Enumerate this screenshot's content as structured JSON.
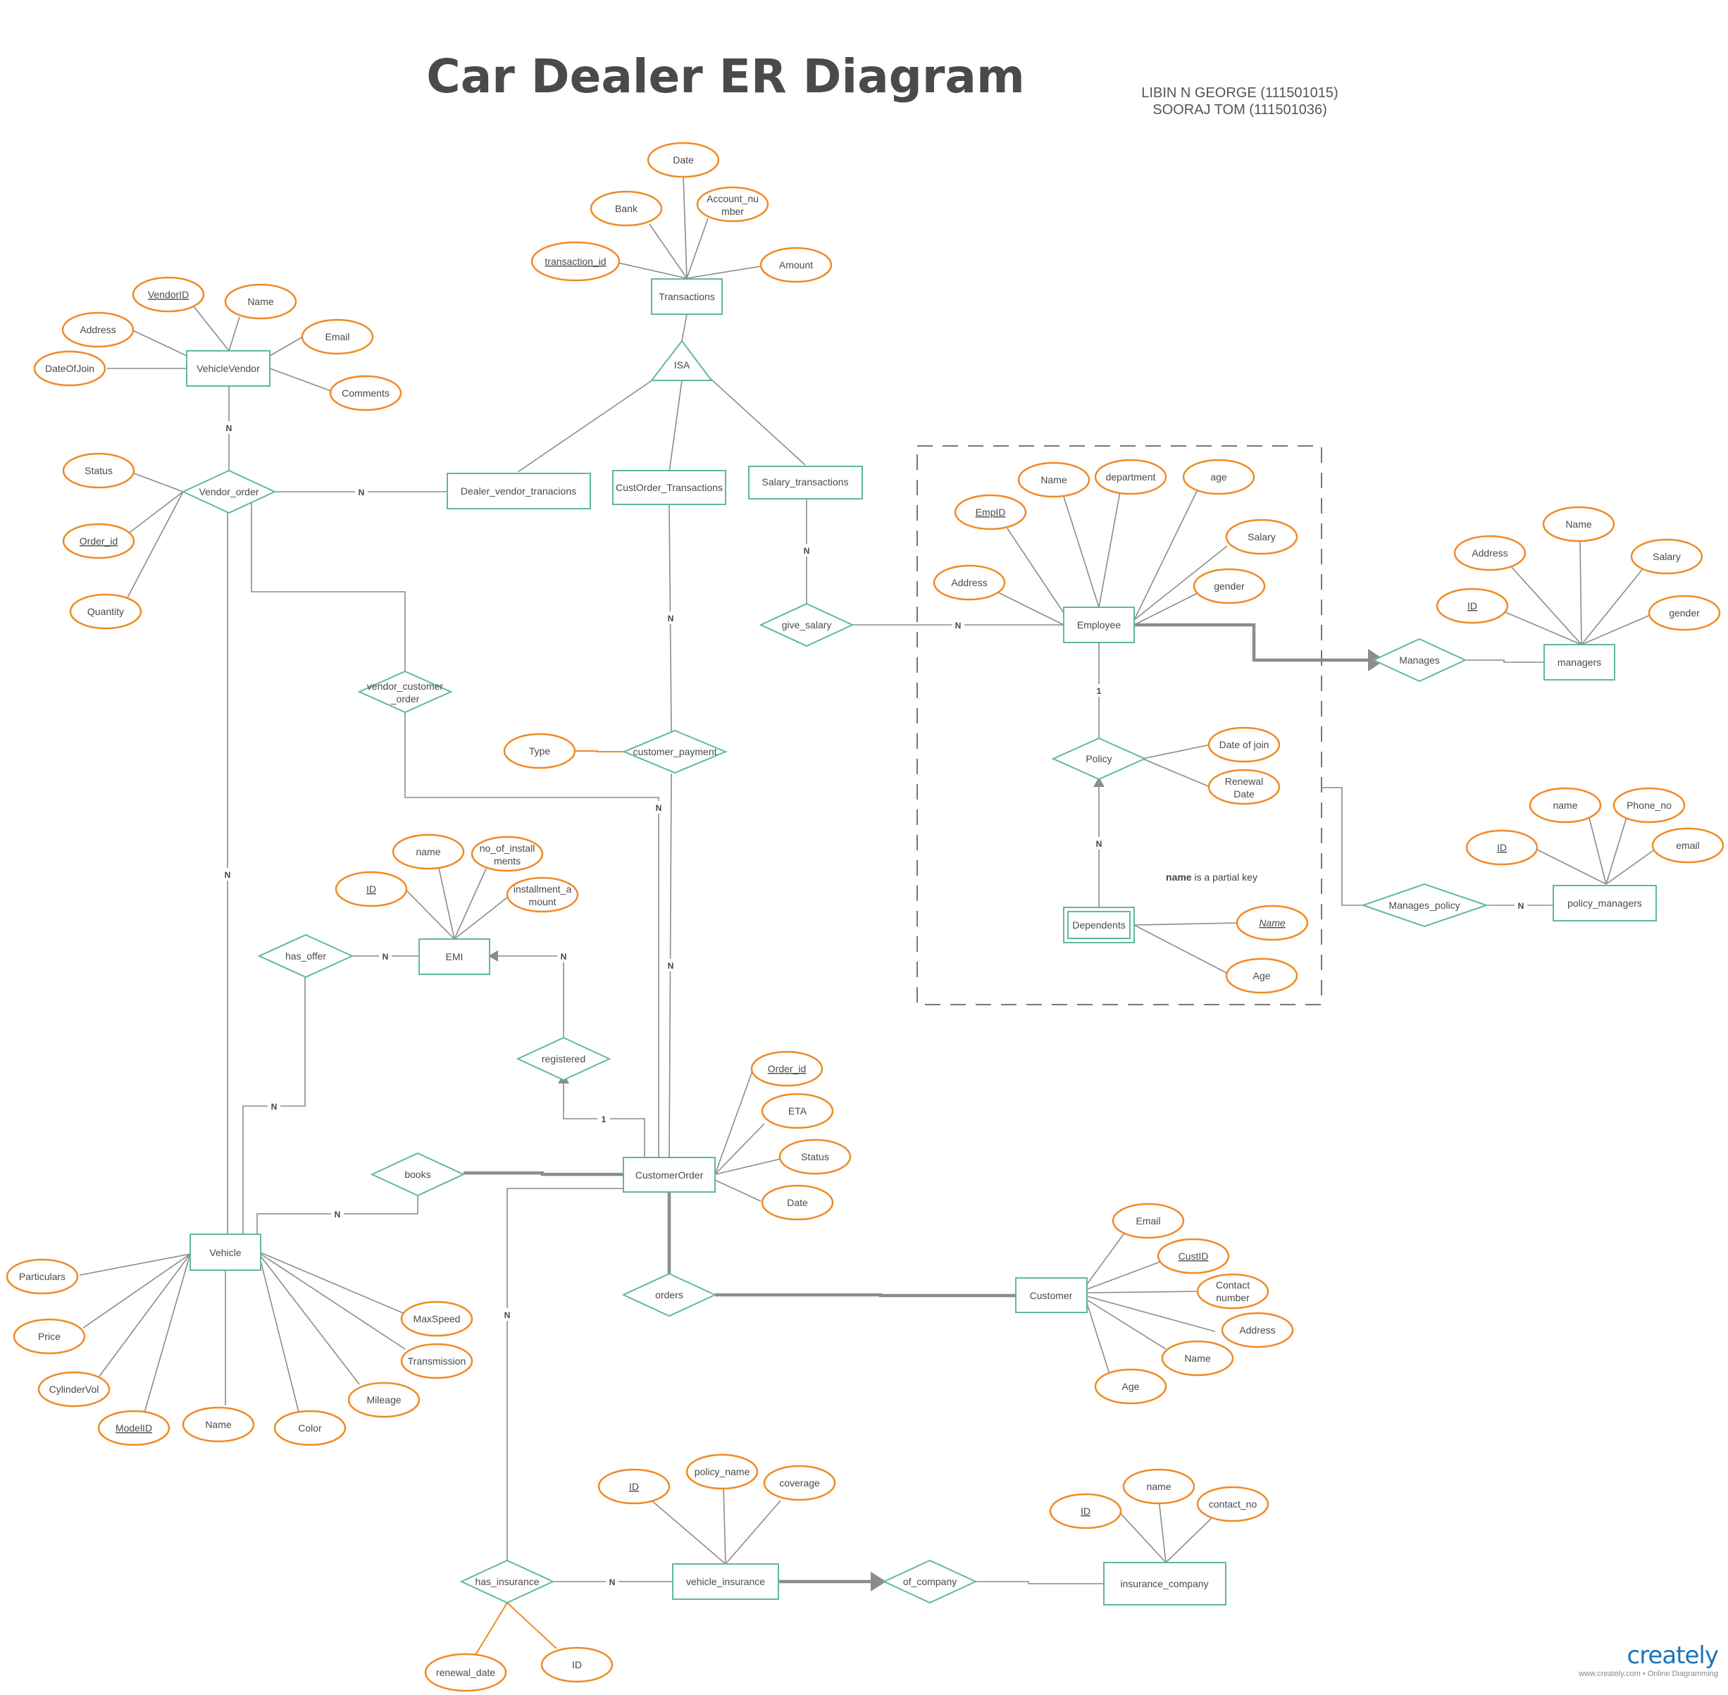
{
  "title": "Car Dealer ER Diagram",
  "authors": [
    "LIBIN N GEORGE (111501015)",
    "SOORAJ TOM (111501036)"
  ],
  "note": {
    "bold": "name",
    "rest": "is a partial key"
  },
  "branding": {
    "logo": "creately",
    "sub": "www.creately.com • Online Diagramming"
  },
  "colors": {
    "entity_stroke": "#5fb89f",
    "attribute_stroke": "#f08a24",
    "line": "#8c8c8c",
    "title": "#4a4a4a"
  },
  "entities": {
    "transactions": "Transactions",
    "vehicle_vendor": "VehicleVendor",
    "dealer_vendor_transactions": "Dealer_vendor_tranacions",
    "custorder_transactions": "CustOrder_Transactions",
    "salary_transactions": "Salary_transactions",
    "employee": "Employee",
    "managers": "managers",
    "dependents": "Dependents",
    "policy_managers": "policy_managers",
    "emi": "EMI",
    "customer_order": "CustomerOrder",
    "vehicle": "Vehicle",
    "customer": "Customer",
    "vehicle_insurance": "vehicle_insurance",
    "insurance_company": "insurance_company"
  },
  "relationships": {
    "isa": "ISA",
    "vendor_order": "Vendor_order",
    "vendor_customer_order_1": "vendor_customer",
    "vendor_customer_order_2": "_order",
    "give_salary": "give_salary",
    "manages": "Manages",
    "policy": "Policy",
    "manages_policy": "Manages_policy",
    "customer_payment": "customer_payment",
    "has_offer": "has_offer",
    "registered": "registered",
    "books": "books",
    "orders": "orders",
    "has_insurance": "has_insurance",
    "of_company": "of_company"
  },
  "attributes": {
    "tr_date": "Date",
    "tr_bank": "Bank",
    "tr_account_1": "Account_nu",
    "tr_account_2": "mber",
    "tr_id": "transaction_id",
    "tr_amount": "Amount",
    "vv_vendorid": "VendorID",
    "vv_name": "Name",
    "vv_address": "Address",
    "vv_email": "Email",
    "vv_dateofjoin": "DateOfJoin",
    "vv_comments": "Comments",
    "vo_status": "Status",
    "vo_order_id": "Order_id",
    "vo_quantity": "Quantity",
    "em_name": "Name",
    "em_department": "department",
    "em_age": "age",
    "em_empid": "EmpID",
    "em_salary": "Salary",
    "em_address": "Address",
    "em_gender": "gender",
    "mg_name": "Name",
    "mg_address": "Address",
    "mg_salary": "Salary",
    "mg_id": "ID",
    "mg_gender": "gender",
    "po_dateofjoin": "Date of join",
    "po_renewal_1": "Renewal",
    "po_renewal_2": "Date",
    "de_name": "Name",
    "de_age": "Age",
    "pm_name": "name",
    "pm_phone": "Phone_no",
    "pm_id": "ID",
    "pm_email": "email",
    "cp_type": "Type",
    "emi_name": "name",
    "emi_installments_1": "no_of_install",
    "emi_installments_2": "ments",
    "emi_id": "ID",
    "emi_amount_1": "installment_a",
    "emi_amount_2": "mount",
    "co_order_id": "Order_id",
    "co_eta": "ETA",
    "co_status": "Status",
    "co_date": "Date",
    "ve_particulars": "Particulars",
    "ve_price": "Price",
    "ve_cylindervol": "CylinderVol",
    "ve_modelid": "ModelID",
    "ve_name": "Name",
    "ve_color": "Color",
    "ve_mileage": "Mileage",
    "ve_transmission": "Transmission",
    "ve_maxspeed": "MaxSpeed",
    "cu_email": "Email",
    "cu_custid": "CustID",
    "cu_contact_1": "Contact",
    "cu_contact_2": "number",
    "cu_address": "Address",
    "cu_name": "Name",
    "cu_age": "Age",
    "vi_id": "ID",
    "vi_policy_name": "policy_name",
    "vi_coverage": "coverage",
    "ic_id": "ID",
    "ic_name": "name",
    "ic_contact": "contact_no",
    "hi_renewal_date": "renewal_date",
    "hi_id": "ID"
  },
  "cardinalities": {
    "vendor_to_vo": "N",
    "vo_to_dealer": "N",
    "salary_to_give": "N",
    "give_to_employee": "N",
    "employee_to_policy": "1",
    "dependents_to_policy": "N",
    "manages_policy_to_pm": "N",
    "custorder_to_payment": "N",
    "vco_to_customerorder": "N",
    "payment_to_customerorder": "N",
    "vo_to_vehicle": "N",
    "has_offer_to_emi": "N",
    "registered_to_emi": "N",
    "vehicle_to_has_offer": "N",
    "customerorder_to_registered": "1",
    "books_to_vehicle": "N",
    "customerorder_to_has_insurance": "N",
    "has_insurance_to_vi": "N"
  }
}
